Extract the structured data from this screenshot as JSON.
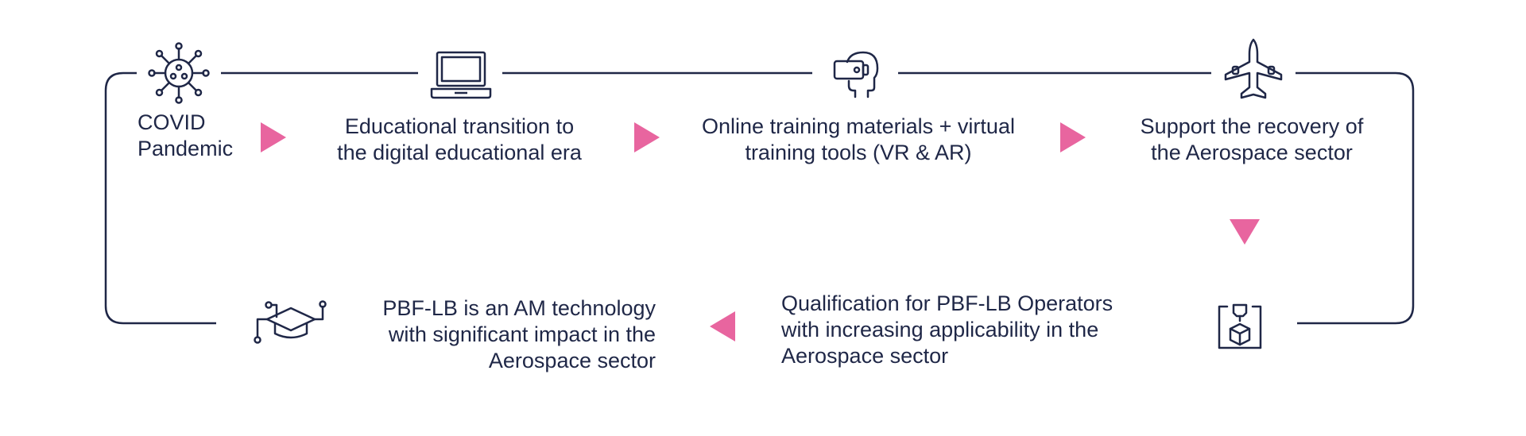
{
  "colors": {
    "line": "#1f2747",
    "accent": "#e8659f",
    "background": "#ffffff"
  },
  "steps": [
    {
      "label": "COVID\nPandemic",
      "icon": "virus-icon"
    },
    {
      "label": "Educational transition to\nthe digital educational era",
      "icon": "laptop-icon"
    },
    {
      "label": "Online training materials + virtual\ntraining tools (VR & AR)",
      "icon": "vr-headset-icon"
    },
    {
      "label": "Support the recovery of\nthe Aerospace sector",
      "icon": "airplane-icon"
    },
    {
      "label": "Qualification for PBF-LB Operators\nwith increasing applicability in the\nAerospace sector",
      "icon": "3d-printer-icon"
    },
    {
      "label": "PBF-LB is an AM technology\nwith significant impact in the\nAerospace sector",
      "icon": "graduation-cap-icon"
    }
  ]
}
